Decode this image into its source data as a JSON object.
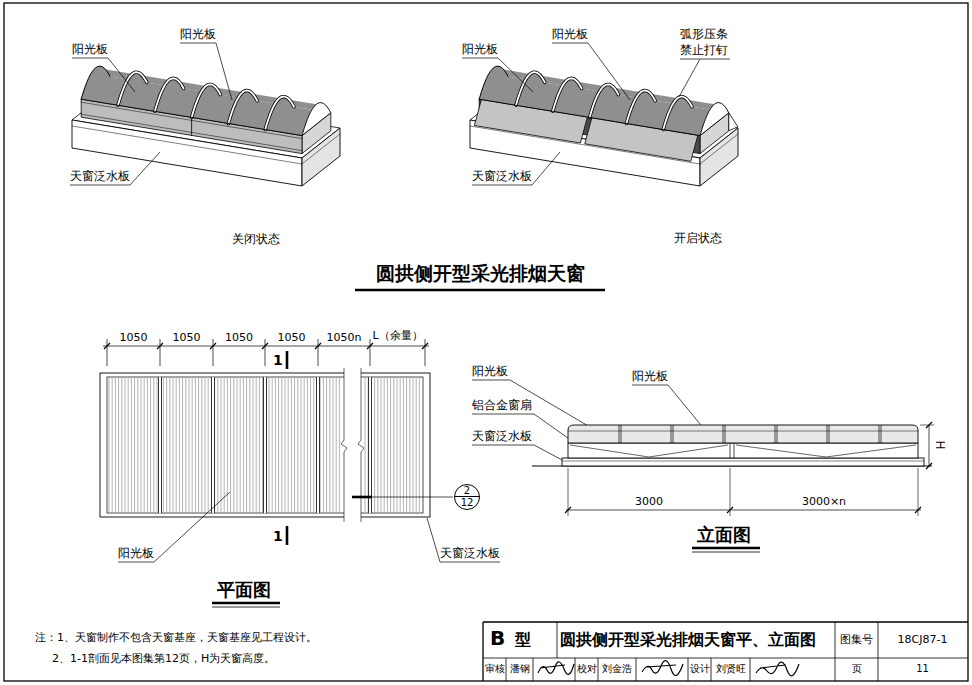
{
  "diagram": {
    "title": "圆拱侧开型采光排烟天窗",
    "nodes": [
      {
        "text": [
          "2",
          "12"
        ]
      }
    ],
    "labels": [
      "阳光板",
      "阳光板",
      "天窗泛水板",
      "关闭状态",
      "阳光板",
      "阳光板",
      "弧形压条",
      "禁止打钉",
      "天窗泛水板",
      "开启状态",
      "1050",
      "1050",
      "1050",
      "1050",
      "1050n",
      "L（余量）",
      "1",
      "1",
      "阳光板",
      "天窗泛水板",
      "平面图",
      "阳光板",
      "阳光板",
      "铝合金窗扇",
      "天窗泛水板",
      "H",
      "3000",
      "3000×n",
      "立面图",
      "注：1、天窗制作不包含天窗基座，天窗基座见工程设计。",
      "2、1-1剖面见本图集第12页，H为天窗高度。",
      "B",
      "型",
      "圆拱侧开型采光排烟天窗平、立面图",
      "图集号",
      "18CJ87-1",
      "审核",
      "潘钢",
      "校对",
      "刘金浩",
      "设计",
      "刘贤旺",
      "页",
      "11"
    ]
  }
}
